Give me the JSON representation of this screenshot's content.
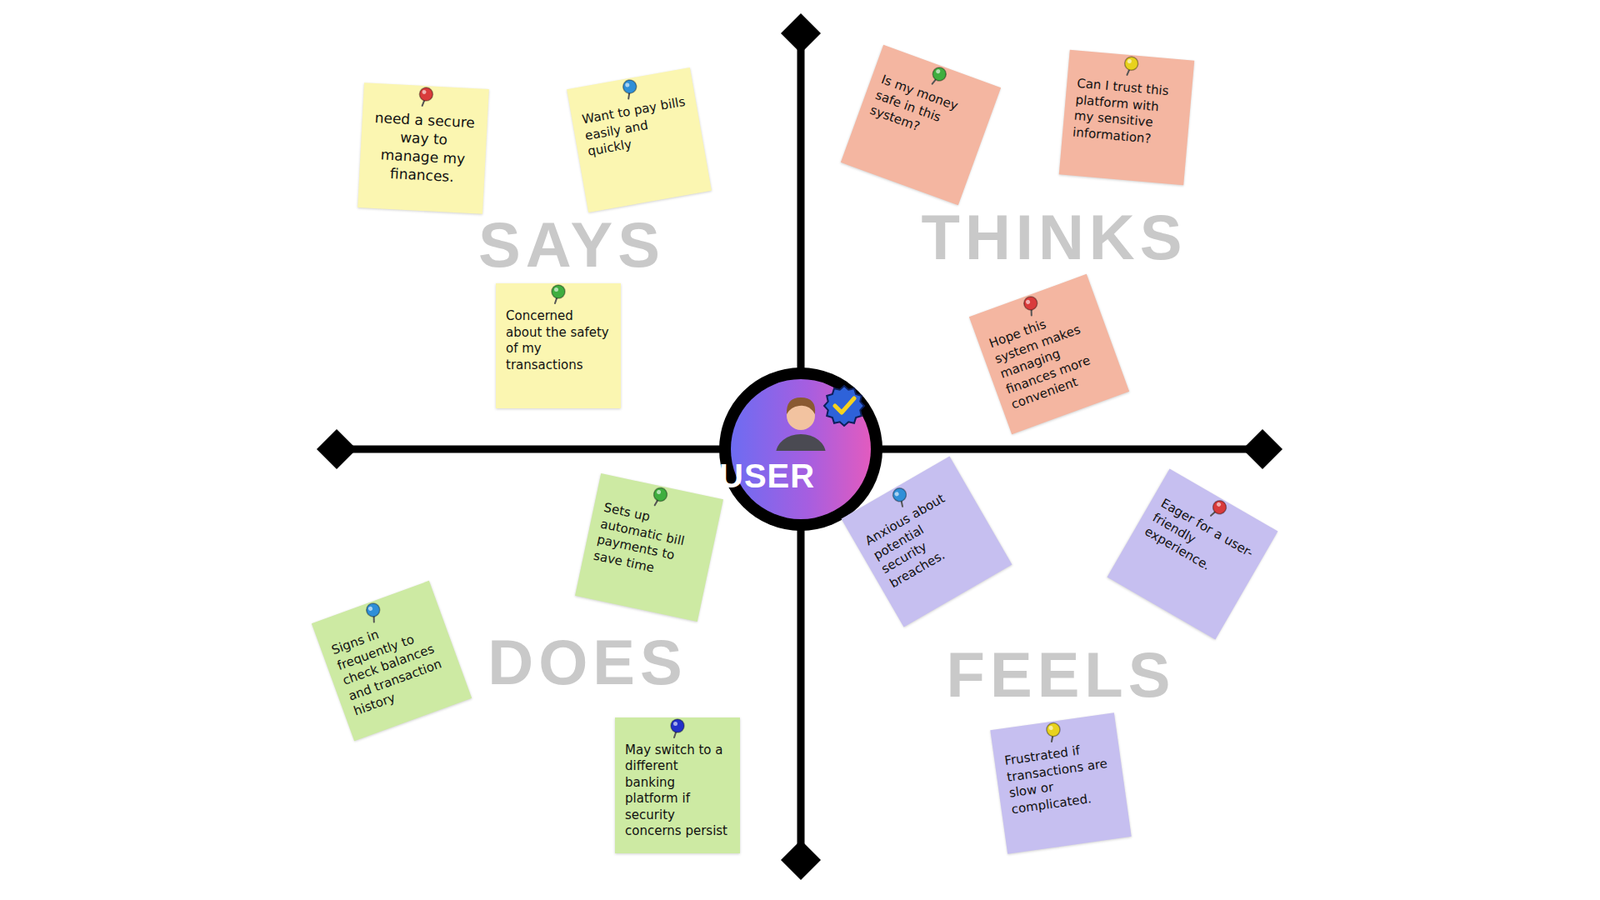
{
  "diagram": {
    "nodes": [
      {
        "text": [
          "need a secure way to manage my finances."
        ]
      },
      {
        "text": [
          "Want to pay bills easily and quickly"
        ]
      },
      {
        "text": [
          "Concerned about the safety of my transactions"
        ]
      },
      {
        "text": [
          "Is my money safe in this system?"
        ]
      },
      {
        "text": [
          "Can I trust this platform with my sensitive information?"
        ]
      },
      {
        "text": [
          "Hope this system makes managing finances more convenient"
        ]
      },
      {
        "text": [
          "USER"
        ]
      },
      {
        "text": [
          "Sets up automatic bill payments to save time"
        ]
      },
      {
        "text": [
          "Signs in frequently to check balances and transaction history"
        ]
      },
      {
        "text": [
          "May switch to a different banking platform if security concerns persist"
        ]
      },
      {
        "text": [
          "Anxious about potential security breaches."
        ]
      },
      {
        "text": [
          "Eager for a user-friendly experience."
        ]
      },
      {
        "text": [
          "Frustrated if transactions are slow or complicated."
        ]
      }
    ],
    "labels": [
      "SAYS",
      "THINKS",
      "DOES",
      "FEELS"
    ]
  }
}
